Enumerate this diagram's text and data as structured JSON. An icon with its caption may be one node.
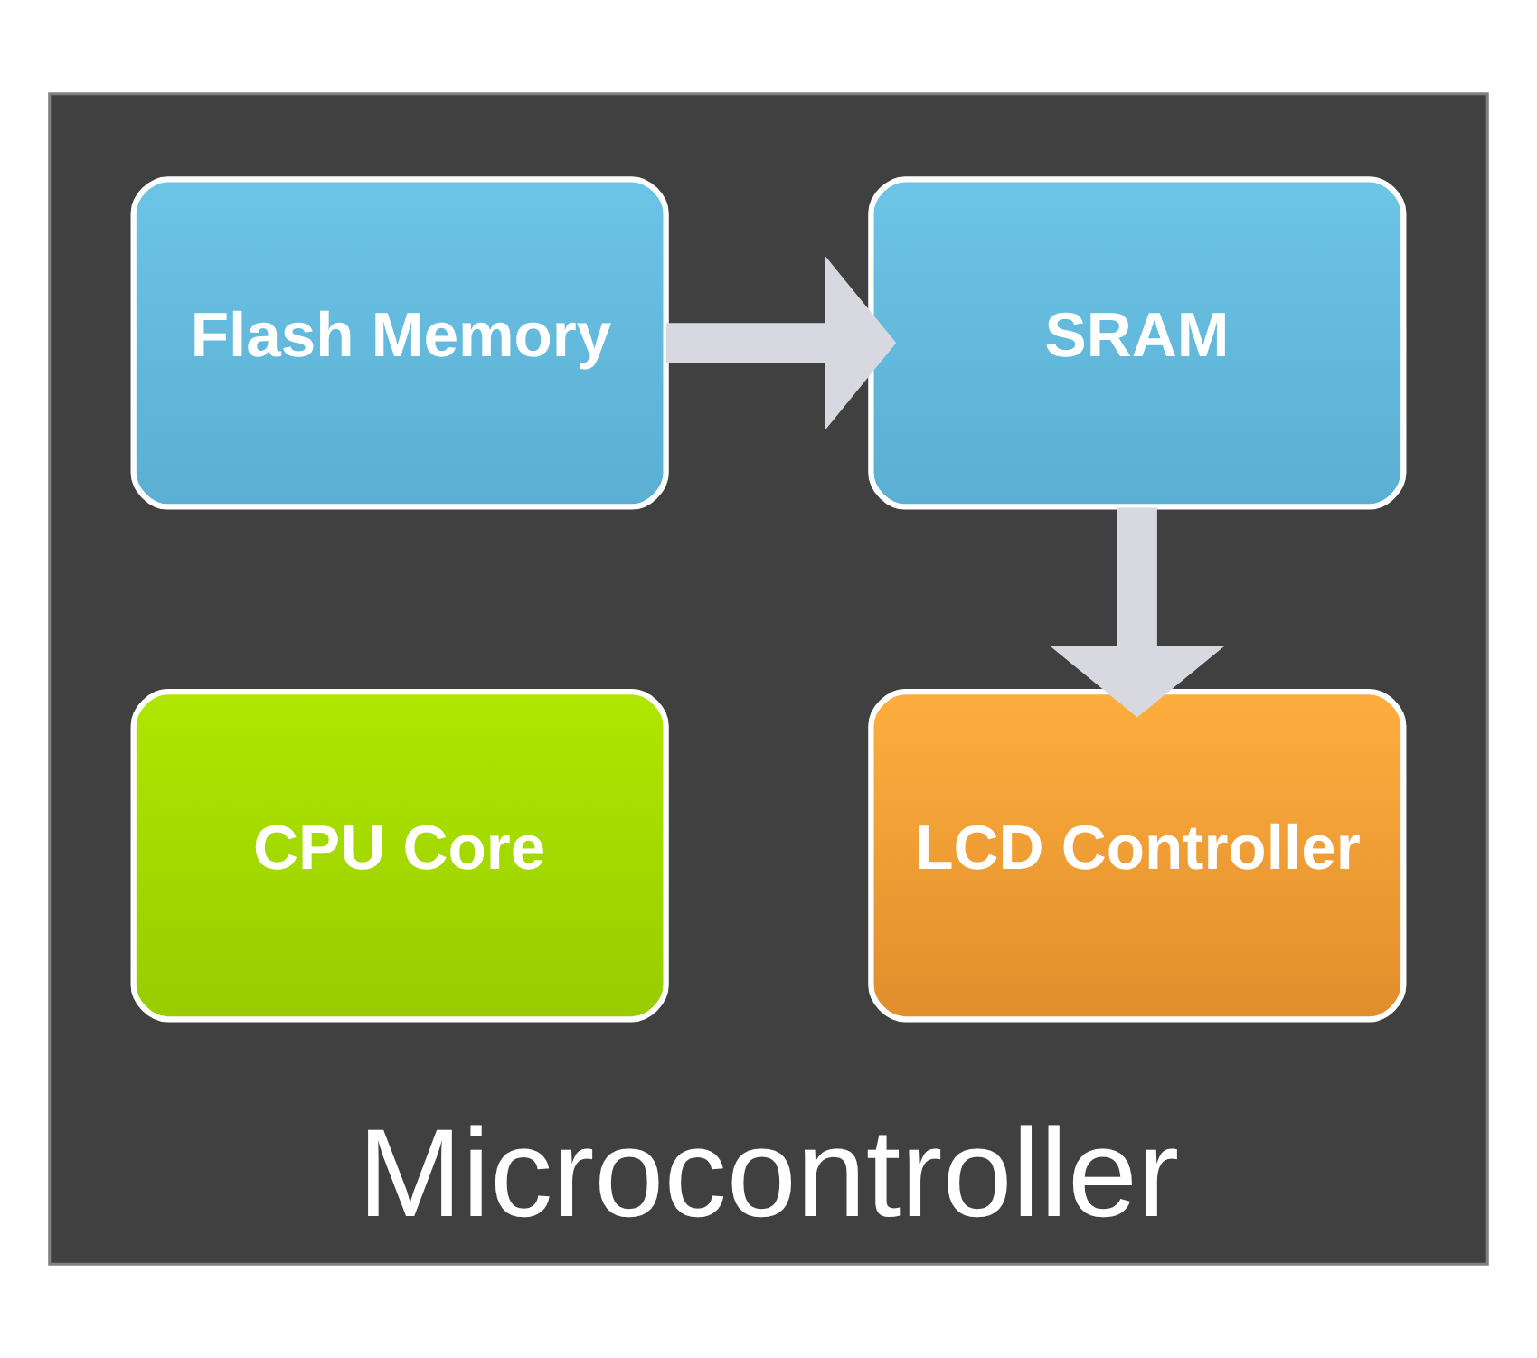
{
  "diagram": {
    "nodes": [
      {
        "text": [
          "Microcontroller"
        ]
      },
      {
        "text": [
          "Flash Memory"
        ],
        "in": 0
      },
      {
        "text": [
          "SRAM"
        ],
        "in": 0
      },
      {
        "text": [
          "CPU Core"
        ],
        "in": 0
      },
      {
        "text": [
          "LCD Controller"
        ],
        "in": 0
      }
    ],
    "edges": [
      {
        "from": 1,
        "to": 2,
        "arrow": "to"
      },
      {
        "from": 2,
        "to": 4,
        "arrow": "to"
      }
    ]
  }
}
